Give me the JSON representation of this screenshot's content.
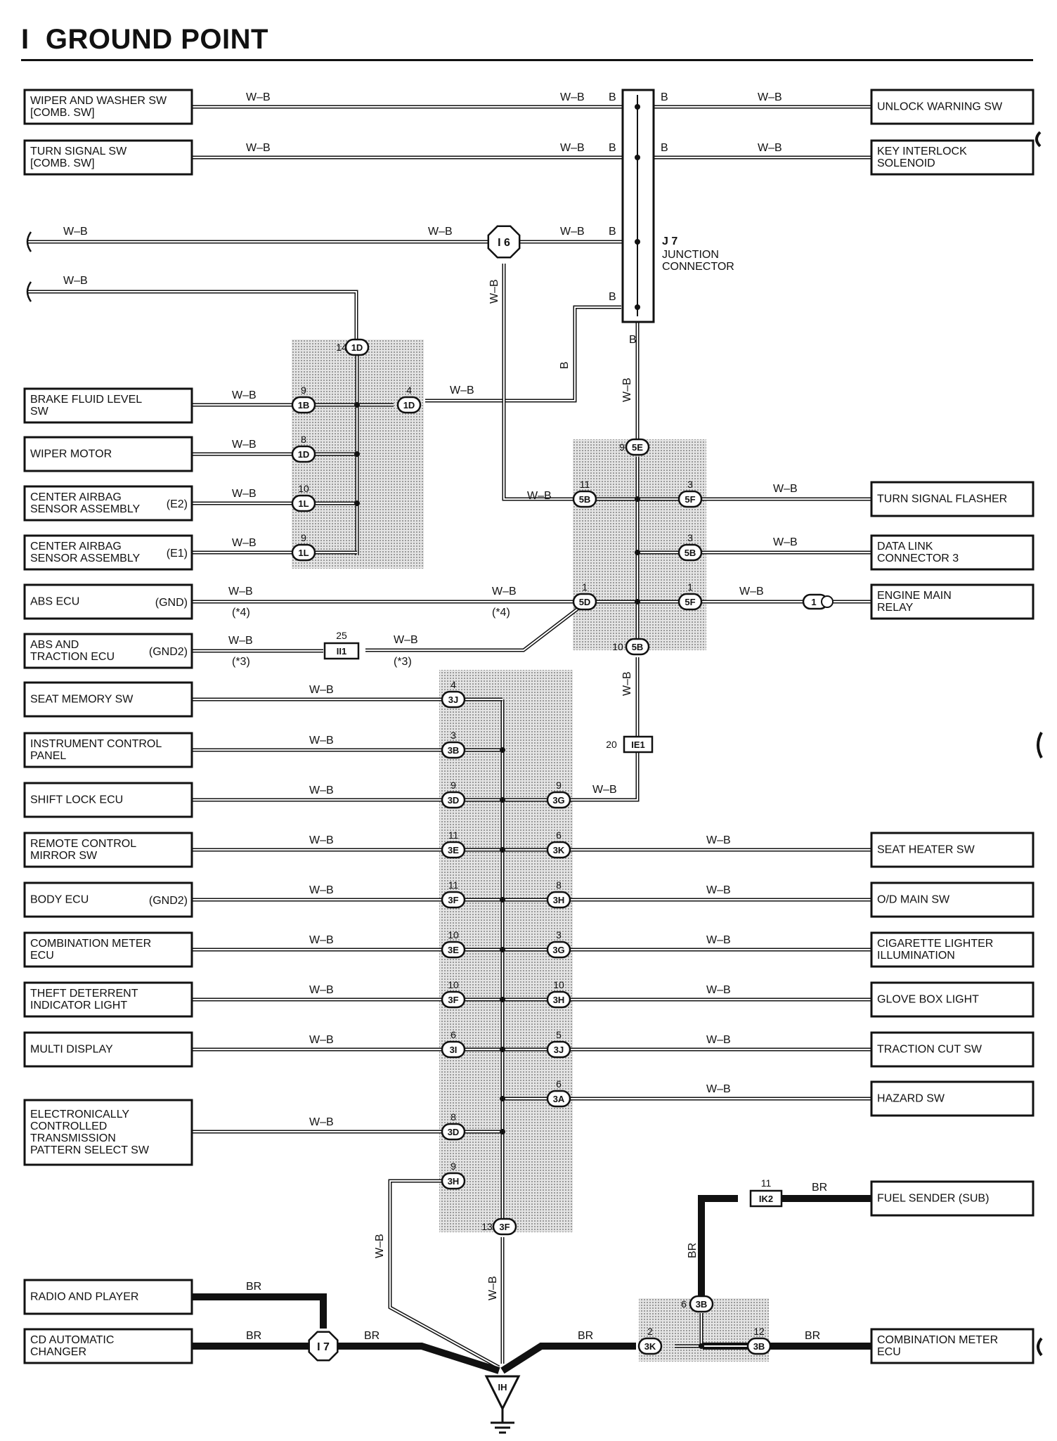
{
  "title": "I  GROUND POINT",
  "wire_codes": {
    "wb": "W–B",
    "b": "B",
    "br": "BR"
  },
  "components": [
    {
      "id": "wiper-washer-sw",
      "lines": [
        "WIPER AND WASHER SW",
        "[COMB.  SW]"
      ]
    },
    {
      "id": "turn-signal-sw",
      "lines": [
        "TURN SIGNAL SW",
        "[COMB.  SW]"
      ]
    },
    {
      "id": "unlock-warning-sw",
      "lines": [
        "UNLOCK WARNING SW"
      ]
    },
    {
      "id": "key-interlock-solenoid",
      "lines": [
        "KEY INTERLOCK",
        "SOLENOID"
      ]
    },
    {
      "id": "brake-fluid-level-sw",
      "lines": [
        "BRAKE FLUID LEVEL",
        "SW"
      ]
    },
    {
      "id": "wiper-motor",
      "lines": [
        "WIPER MOTOR"
      ]
    },
    {
      "id": "center-airbag-e2",
      "lines": [
        "CENTER AIRBAG",
        "SENSOR ASSEMBLY"
      ],
      "tag": "(E2)"
    },
    {
      "id": "center-airbag-e1",
      "lines": [
        "CENTER AIRBAG",
        "SENSOR ASSEMBLY"
      ],
      "tag": "(E1)"
    },
    {
      "id": "abs-ecu",
      "lines": [
        "ABS ECU"
      ],
      "tag": "(GND)"
    },
    {
      "id": "abs-traction-ecu",
      "lines": [
        "ABS AND",
        "TRACTION ECU"
      ],
      "tag": "(GND2)"
    },
    {
      "id": "seat-memory-sw",
      "lines": [
        "SEAT MEMORY SW"
      ]
    },
    {
      "id": "instrument-control-panel",
      "lines": [
        "INSTRUMENT CONTROL",
        "PANEL"
      ]
    },
    {
      "id": "shift-lock-ecu",
      "lines": [
        "SHIFT LOCK ECU"
      ]
    },
    {
      "id": "remote-control-mirror-sw",
      "lines": [
        "REMOTE CONTROL",
        "MIRROR SW"
      ]
    },
    {
      "id": "body-ecu",
      "lines": [
        "BODY ECU"
      ],
      "tag": "(GND2)"
    },
    {
      "id": "combination-meter-ecu-left",
      "lines": [
        "COMBINATION METER",
        "ECU"
      ]
    },
    {
      "id": "theft-deterrent-light",
      "lines": [
        "THEFT DETERRENT",
        "INDICATOR LIGHT"
      ]
    },
    {
      "id": "multi-display",
      "lines": [
        "MULTI DISPLAY"
      ]
    },
    {
      "id": "ect-pattern-select-sw",
      "lines": [
        "ELECTRONICALLY",
        "CONTROLLED",
        "TRANSMISSION",
        "PATTERN SELECT SW"
      ]
    },
    {
      "id": "radio-and-player",
      "lines": [
        "RADIO AND PLAYER"
      ]
    },
    {
      "id": "cd-automatic-changer",
      "lines": [
        "CD AUTOMATIC",
        "CHANGER"
      ]
    },
    {
      "id": "turn-signal-flasher",
      "lines": [
        "TURN SIGNAL FLASHER"
      ]
    },
    {
      "id": "data-link-connector-3",
      "lines": [
        "DATA LINK",
        "CONNECTOR 3"
      ]
    },
    {
      "id": "engine-main-relay",
      "lines": [
        "ENGINE MAIN",
        "RELAY"
      ]
    },
    {
      "id": "seat-heater-sw",
      "lines": [
        "SEAT HEATER SW"
      ]
    },
    {
      "id": "od-main-sw",
      "lines": [
        "O/D MAIN SW"
      ]
    },
    {
      "id": "cigarette-lighter-illumination",
      "lines": [
        "CIGARETTE LIGHTER",
        "ILLUMINATION"
      ]
    },
    {
      "id": "glove-box-light",
      "lines": [
        "GLOVE BOX LIGHT"
      ]
    },
    {
      "id": "traction-cut-sw",
      "lines": [
        "TRACTION CUT SW"
      ]
    },
    {
      "id": "hazard-sw",
      "lines": [
        "HAZARD SW"
      ]
    },
    {
      "id": "fuel-sender-sub",
      "lines": [
        "FUEL SENDER (SUB)"
      ]
    },
    {
      "id": "combination-meter-ecu-right",
      "lines": [
        "COMBINATION METER",
        "ECU"
      ]
    }
  ],
  "junction_connector": {
    "code": "J 7",
    "label_lines": [
      "JUNCTION",
      "CONNECTOR"
    ]
  },
  "splices": [
    {
      "id": "i6",
      "label": "I 6"
    },
    {
      "id": "i7",
      "label": "I 7"
    }
  ],
  "connectors": [
    {
      "id": "1d-14",
      "code": "1D",
      "pin": "14"
    },
    {
      "id": "1b-9",
      "code": "1B",
      "pin": "9"
    },
    {
      "id": "1d-4",
      "code": "1D",
      "pin": "4"
    },
    {
      "id": "1d-8",
      "code": "1D",
      "pin": "8"
    },
    {
      "id": "1l-10",
      "code": "1L",
      "pin": "10"
    },
    {
      "id": "1l-9",
      "code": "1L",
      "pin": "9"
    },
    {
      "id": "5e-9",
      "code": "5E",
      "pin": "9"
    },
    {
      "id": "5b-11",
      "code": "5B",
      "pin": "11"
    },
    {
      "id": "5f-3",
      "code": "5F",
      "pin": "3"
    },
    {
      "id": "5b-3",
      "code": "5B",
      "pin": "3"
    },
    {
      "id": "5d-1",
      "code": "5D",
      "pin": "1"
    },
    {
      "id": "5f-1",
      "code": "5F",
      "pin": "1"
    },
    {
      "id": "5b-10",
      "code": "5B",
      "pin": "10"
    },
    {
      "id": "3j-4",
      "code": "3J",
      "pin": "4"
    },
    {
      "id": "3b-3",
      "code": "3B",
      "pin": "3"
    },
    {
      "id": "3d-9",
      "code": "3D",
      "pin": "9"
    },
    {
      "id": "3g-9",
      "code": "3G",
      "pin": "9"
    },
    {
      "id": "3e-11",
      "code": "3E",
      "pin": "11"
    },
    {
      "id": "3k-6",
      "code": "3K",
      "pin": "6"
    },
    {
      "id": "3f-11",
      "code": "3F",
      "pin": "11"
    },
    {
      "id": "3h-8",
      "code": "3H",
      "pin": "8"
    },
    {
      "id": "3e-10",
      "code": "3E",
      "pin": "10"
    },
    {
      "id": "3g-3",
      "code": "3G",
      "pin": "3"
    },
    {
      "id": "3f-10",
      "code": "3F",
      "pin": "10"
    },
    {
      "id": "3h-10",
      "code": "3H",
      "pin": "10"
    },
    {
      "id": "3i-6",
      "code": "3I",
      "pin": "6"
    },
    {
      "id": "3j-5",
      "code": "3J",
      "pin": "5"
    },
    {
      "id": "3a-6",
      "code": "3A",
      "pin": "6"
    },
    {
      "id": "3d-8",
      "code": "3D",
      "pin": "8"
    },
    {
      "id": "3h-9",
      "code": "3H",
      "pin": "9"
    },
    {
      "id": "3f-13",
      "code": "3F",
      "pin": "13"
    },
    {
      "id": "3b-6",
      "code": "3B",
      "pin": "6"
    },
    {
      "id": "3k-2",
      "code": "3K",
      "pin": "2"
    },
    {
      "id": "3b-12",
      "code": "3B",
      "pin": "12"
    },
    {
      "id": "ii1-25",
      "code": "II1",
      "pin": "25"
    },
    {
      "id": "ie1-20",
      "code": "IE1",
      "pin": "20"
    },
    {
      "id": "ik2-11",
      "code": "IK2",
      "pin": "11"
    },
    {
      "id": "relay-1",
      "code": "1",
      "pin": ""
    }
  ],
  "notes": [
    {
      "id": "n4a",
      "text": "(*4)"
    },
    {
      "id": "n4b",
      "text": "(*4)"
    },
    {
      "id": "n3a",
      "text": "(*3)"
    },
    {
      "id": "n3b",
      "text": "(*3)"
    }
  ],
  "ground": {
    "label": "IH"
  }
}
